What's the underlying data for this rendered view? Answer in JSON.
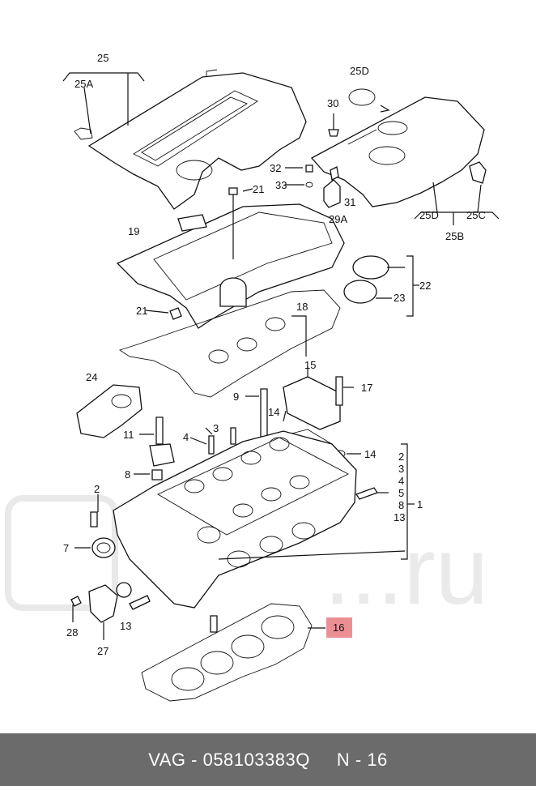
{
  "labels": {
    "l25": "25",
    "l25a": "25A",
    "l25d_top": "25D",
    "l30": "30",
    "l32": "32",
    "l33": "33",
    "l31": "31",
    "l29a": "29A",
    "l25d": "25D",
    "l25c": "25C",
    "l25b": "25B",
    "l21a": "21",
    "l19": "19",
    "l22": "22",
    "l23": "23",
    "l21b": "21",
    "l18": "18",
    "l24": "24",
    "l15": "15",
    "l17": "17",
    "l9": "9",
    "l14a": "14",
    "l3": "3",
    "l11": "11",
    "l4": "4",
    "l14b": "14",
    "l8": "8",
    "list2": "2",
    "list3": "3",
    "list4": "4",
    "list5": "5",
    "list8": "8",
    "list13": "13",
    "bracket1": "1",
    "l2": "2",
    "l7": "7",
    "l28": "28",
    "l13": "13",
    "l27": "27",
    "l16": "16"
  },
  "footer": {
    "brand": "VAG - 058103383Q",
    "page": "N - 16"
  },
  "watermark": "...ru",
  "colors": {
    "highlight": "#ec8f95",
    "footer_bg": "#6b6b6b"
  }
}
